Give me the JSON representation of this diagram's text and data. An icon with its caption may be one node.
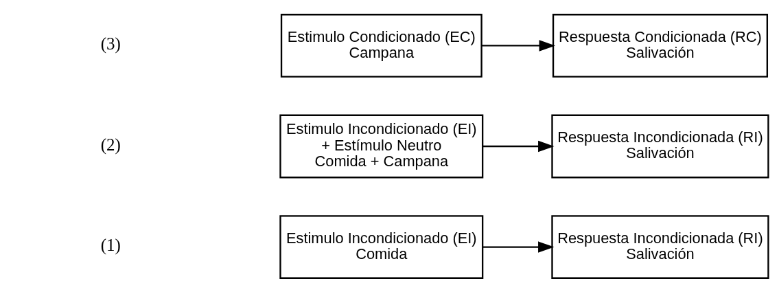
{
  "diagram": {
    "nodes": [
      {
        "text": [
          "Estimulo Incondicionado (EI)",
          "Comida"
        ]
      },
      {
        "text": [
          "Respuesta Incondicionada (RI)",
          "Salivación"
        ]
      },
      {
        "text": [
          "Estimulo Incondicionado (EI)",
          "+ Estímulo Neutro",
          "Comida + Campana"
        ]
      },
      {
        "text": [
          "Respuesta Incondicionada (RI)",
          "Salivación"
        ]
      },
      {
        "text": [
          "Estimulo Condicionado (EC)",
          "Campana"
        ]
      },
      {
        "text": [
          "Respuesta Condicionada (RC)",
          "Salivación"
        ]
      }
    ],
    "edges": [
      {
        "from": 0,
        "to": 1,
        "arrow": "to"
      },
      {
        "from": 2,
        "to": 3,
        "arrow": "to"
      },
      {
        "from": 4,
        "to": 5,
        "arrow": "to"
      }
    ],
    "labels": [
      "(1)",
      "(2)",
      "(3)"
    ]
  }
}
